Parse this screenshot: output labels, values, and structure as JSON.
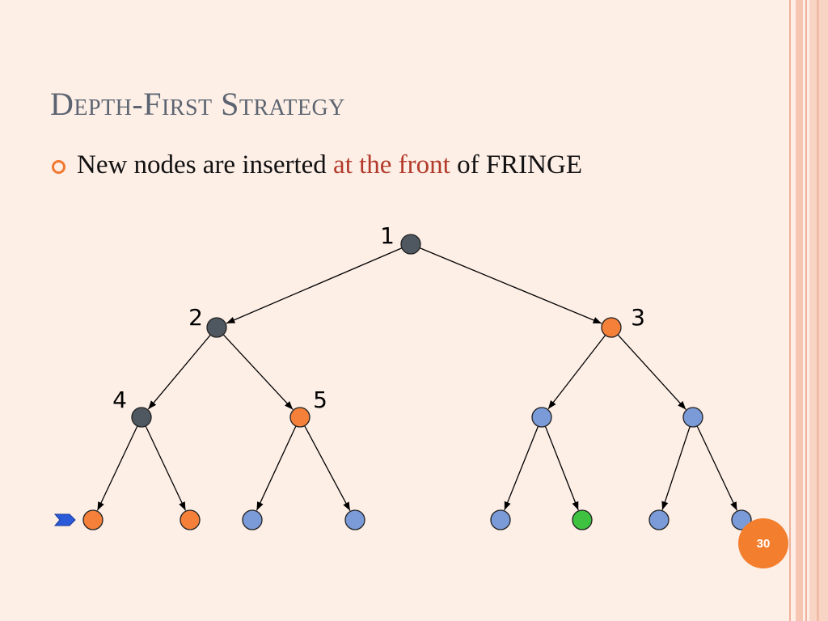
{
  "slide": {
    "title": "Depth-First Strategy",
    "bullet": {
      "before": "New nodes are inserted ",
      "highlight": "at the front",
      "after": " of FRINGE"
    },
    "page_number": "30"
  },
  "colors": {
    "background": "#fdeee6",
    "title": "#5b6470",
    "highlight": "#b23a2a",
    "expanded_node": "#4f5860",
    "fringe_node": "#f4803a",
    "unvisited_node": "#7a9ad8",
    "goal_node": "#3fc23f",
    "pointer": "#2a5ad8",
    "page_badge": "#f37f2e"
  },
  "tree": {
    "nodes": [
      {
        "id": "n1",
        "label": "1",
        "state": "expanded"
      },
      {
        "id": "n2",
        "label": "2",
        "state": "expanded"
      },
      {
        "id": "n3",
        "label": "3",
        "state": "fringe"
      },
      {
        "id": "n4",
        "label": "4",
        "state": "expanded"
      },
      {
        "id": "n5",
        "label": "5",
        "state": "fringe"
      },
      {
        "id": "n6",
        "label": "",
        "state": "unvisited"
      },
      {
        "id": "n7",
        "label": "",
        "state": "unvisited"
      },
      {
        "id": "n8",
        "label": "",
        "state": "fringe"
      },
      {
        "id": "n9",
        "label": "",
        "state": "fringe"
      },
      {
        "id": "n10",
        "label": "",
        "state": "unvisited"
      },
      {
        "id": "n11",
        "label": "",
        "state": "unvisited"
      },
      {
        "id": "n12",
        "label": "",
        "state": "unvisited"
      },
      {
        "id": "n13",
        "label": "",
        "state": "goal"
      },
      {
        "id": "n14",
        "label": "",
        "state": "unvisited"
      },
      {
        "id": "n15",
        "label": "",
        "state": "unvisited"
      }
    ],
    "edges": [
      [
        "n1",
        "n2"
      ],
      [
        "n1",
        "n3"
      ],
      [
        "n2",
        "n4"
      ],
      [
        "n2",
        "n5"
      ],
      [
        "n3",
        "n6"
      ],
      [
        "n3",
        "n7"
      ],
      [
        "n4",
        "n8"
      ],
      [
        "n4",
        "n9"
      ],
      [
        "n5",
        "n10"
      ],
      [
        "n5",
        "n11"
      ],
      [
        "n6",
        "n12"
      ],
      [
        "n6",
        "n13"
      ],
      [
        "n7",
        "n14"
      ],
      [
        "n7",
        "n15"
      ]
    ],
    "pointer_to": "n8"
  }
}
